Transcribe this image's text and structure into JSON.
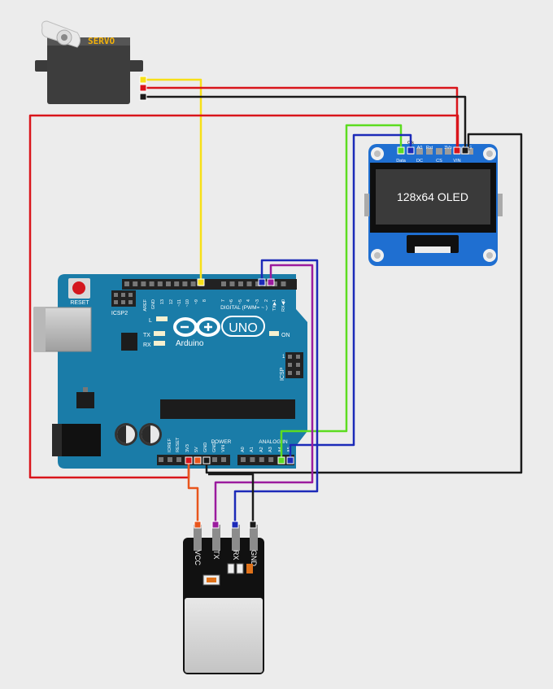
{
  "servo": {
    "label": "SERVO"
  },
  "oled": {
    "screen_text": "128x64 OLED",
    "pin_labels": [
      "Data",
      "Clk",
      "A0",
      "DC",
      "Rst",
      "CS",
      "3Vo",
      "VIN",
      "G",
      "G"
    ],
    "pin_sublabels": [
      "Data",
      "DC",
      "CS",
      "VIN"
    ]
  },
  "arduino": {
    "reset_label": "RESET",
    "icsp2_label": "ICSP2",
    "icsp_label": "ICSP",
    "logo_text": "Arduino",
    "uno_text": "UNO",
    "on_label": "ON",
    "led_labels": {
      "l": "L",
      "tx": "TX",
      "rx": "RX"
    },
    "digital_label": "DIGITAL (PWM= ~ )",
    "power_label": "POWER",
    "analog_label": "ANALOG IN",
    "top_pin_labels": [
      "AREF",
      "GND",
      "13",
      "12",
      "~11",
      "~10",
      "~9",
      "8",
      "7",
      "~6",
      "~5",
      "4",
      "~3",
      "2",
      "TX▶1",
      "RX◀0"
    ],
    "power_pin_labels": [
      "IOREF",
      "RESET",
      "3V3",
      "5V",
      "GND",
      "GND",
      "VIN"
    ],
    "analog_pin_labels": [
      "A0",
      "A1",
      "A2",
      "A3",
      "A4",
      "A5"
    ],
    "icsp_one": "1"
  },
  "sensor": {
    "pin_labels": [
      "VCC",
      "TX",
      "RX",
      "GND"
    ]
  },
  "wire_colors": {
    "red": "#d9151b",
    "black": "#1a1a1a",
    "yellow": "#f7e018",
    "green": "#5cdc20",
    "blue": "#1c2ab8",
    "purple": "#9b1b9e",
    "orange": "#e8551c"
  }
}
